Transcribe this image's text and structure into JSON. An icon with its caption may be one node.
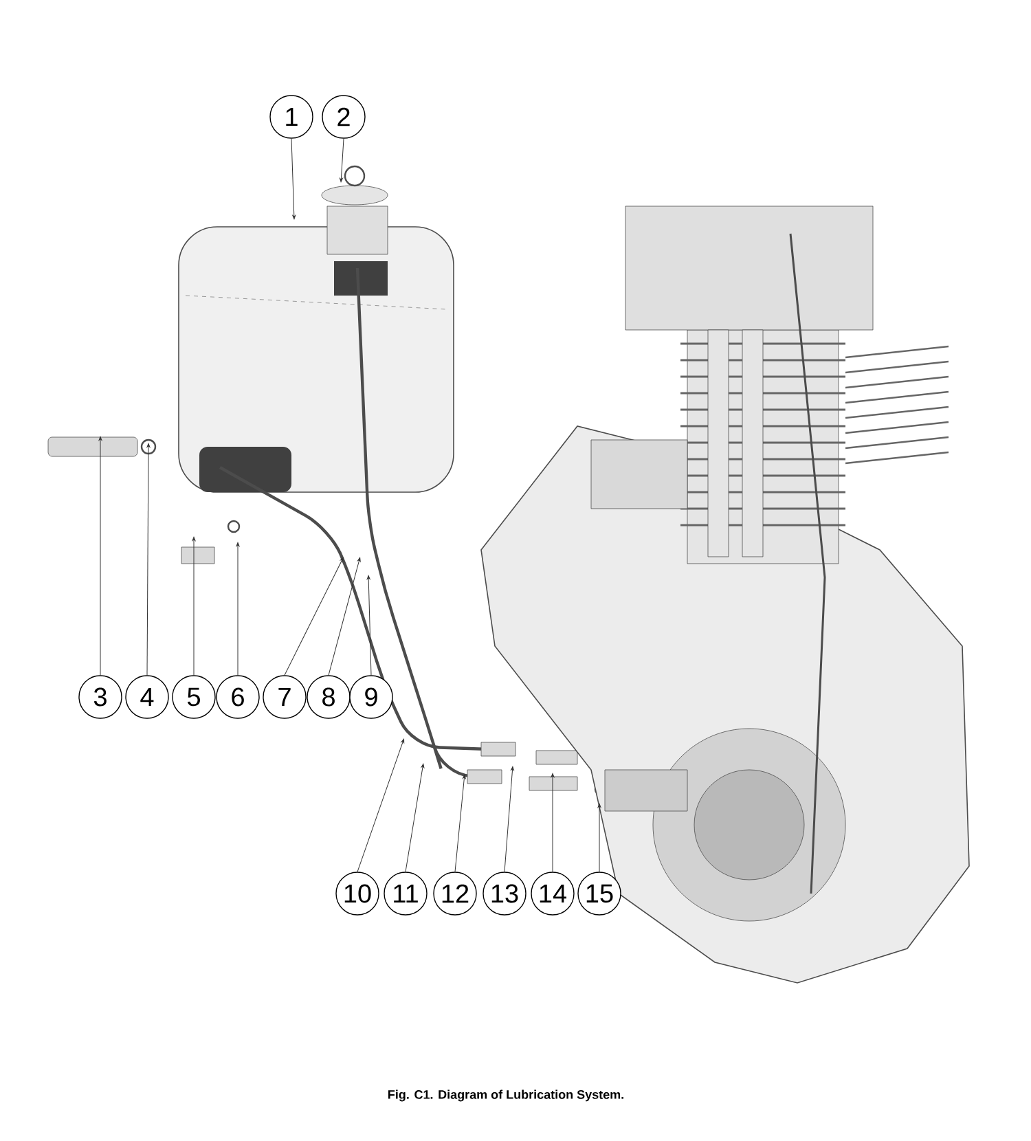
{
  "diagram": {
    "caption": "Fig. C1. Diagram of Lubrication System.",
    "nodes": [
      {
        "text": [
          "1"
        ]
      },
      {
        "text": [
          "2"
        ]
      },
      {
        "text": [
          "3"
        ]
      },
      {
        "text": [
          "4"
        ]
      },
      {
        "text": [
          "5"
        ]
      },
      {
        "text": [
          "6"
        ]
      },
      {
        "text": [
          "7"
        ]
      },
      {
        "text": [
          "8"
        ]
      },
      {
        "text": [
          "9"
        ]
      },
      {
        "text": [
          "10"
        ]
      },
      {
        "text": [
          "11"
        ]
      },
      {
        "text": [
          "12"
        ]
      },
      {
        "text": [
          "13"
        ]
      },
      {
        "text": [
          "14"
        ]
      },
      {
        "text": [
          "15"
        ]
      }
    ],
    "edges": [
      {
        "from": 0,
        "to": null,
        "arrow": "to"
      },
      {
        "from": 1,
        "to": null,
        "arrow": "to"
      },
      {
        "from": 2,
        "to": null,
        "arrow": "to"
      },
      {
        "from": 3,
        "to": null,
        "arrow": "to"
      },
      {
        "from": 4,
        "to": null,
        "arrow": "to"
      },
      {
        "from": 5,
        "to": null,
        "arrow": "to"
      },
      {
        "from": 6,
        "to": null,
        "arrow": "to"
      },
      {
        "from": 7,
        "to": null,
        "arrow": "to"
      },
      {
        "from": 8,
        "to": null,
        "arrow": "to"
      },
      {
        "from": 9,
        "to": null,
        "arrow": "to"
      },
      {
        "from": 10,
        "to": null,
        "arrow": "to"
      },
      {
        "from": 11,
        "to": null,
        "arrow": "to"
      },
      {
        "from": 12,
        "to": null,
        "arrow": "to"
      },
      {
        "from": 13,
        "to": null,
        "arrow": "to"
      },
      {
        "from": 14,
        "to": null,
        "arrow": "to"
      }
    ]
  }
}
